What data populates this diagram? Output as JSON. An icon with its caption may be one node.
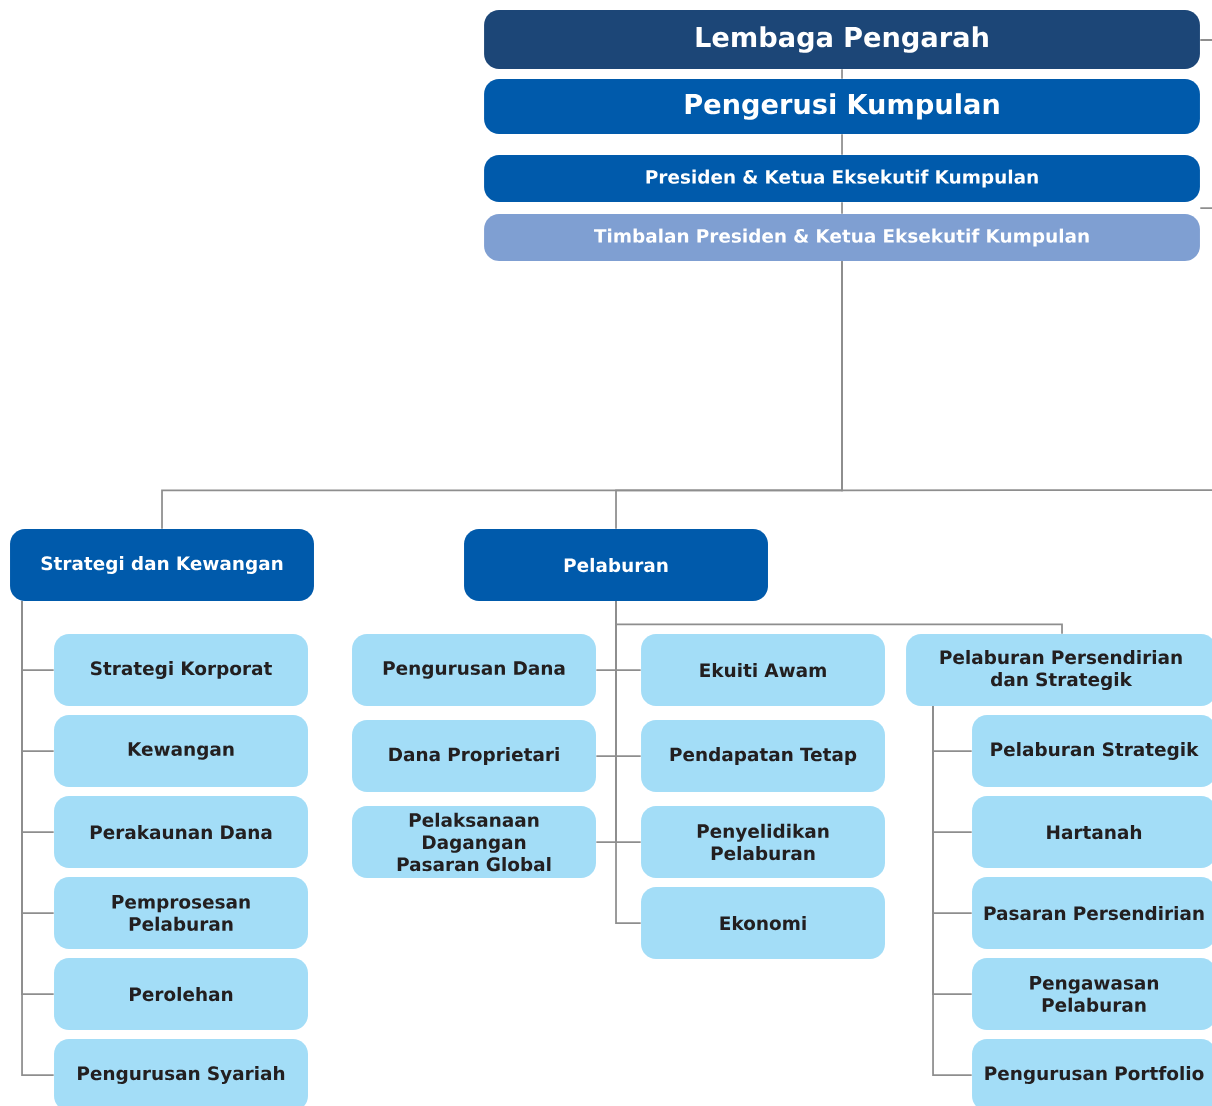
{
  "diagram": {
    "nodes": [
      {
        "text": [
          "Lembaga Pengarah"
        ]
      },
      {
        "text": [
          "Pengerusi Kumpulan"
        ]
      },
      {
        "text": [
          "Presiden & Ketua Eksekutif Kumpulan"
        ]
      },
      {
        "text": [
          "Timbalan Presiden & Ketua Eksekutif Kumpulan"
        ]
      },
      {
        "text": [
          "Strategi dan Kewangan"
        ]
      },
      {
        "text": [
          "Pelaburan"
        ]
      },
      {
        "text": [
          "Strategi Korporat"
        ]
      },
      {
        "text": [
          "Kewangan"
        ]
      },
      {
        "text": [
          "Perakaunan Dana"
        ]
      },
      {
        "text": [
          "Pemprosesan Pelaburan"
        ]
      },
      {
        "text": [
          "Perolehan"
        ]
      },
      {
        "text": [
          "Pengurusan Syariah"
        ]
      },
      {
        "text": [
          "Pengurusan Dana"
        ]
      },
      {
        "text": [
          "Dana Proprietari"
        ]
      },
      {
        "text": [
          "Pelaksanaan Dagangan Pasaran Global"
        ]
      },
      {
        "text": [
          "Ekuiti Awam"
        ]
      },
      {
        "text": [
          "Pendapatan Tetap"
        ]
      },
      {
        "text": [
          "Penyelidikan Pelaburan"
        ]
      },
      {
        "text": [
          "Ekonomi"
        ]
      },
      {
        "text": [
          "Pelaburan Persendirian dan Strategik"
        ]
      },
      {
        "text": [
          "Pelaburan Strategik"
        ]
      },
      {
        "text": [
          "Hartanah"
        ]
      },
      {
        "text": [
          "Pasaran Persendirian"
        ]
      },
      {
        "text": [
          "Pengawasan Pelaburan"
        ]
      },
      {
        "text": [
          "Pengurusan Portfolio"
        ]
      }
    ],
    "edges": [
      {
        "from": 0,
        "to": 1,
        "arrow": "none"
      },
      {
        "from": 1,
        "to": 2,
        "arrow": "none"
      },
      {
        "from": 2,
        "to": 3,
        "arrow": "none"
      },
      {
        "from": 0,
        "to": null,
        "arrow": "none"
      },
      {
        "from": 2,
        "to": null,
        "arrow": "none"
      },
      {
        "from": 3,
        "to": 4,
        "arrow": "none"
      },
      {
        "from": 3,
        "to": 5,
        "arrow": "none"
      },
      {
        "from": 3,
        "to": null,
        "arrow": "none"
      },
      {
        "from": 4,
        "to": 6,
        "arrow": "none"
      },
      {
        "from": 4,
        "to": 7,
        "arrow": "none"
      },
      {
        "from": 4,
        "to": 8,
        "arrow": "none"
      },
      {
        "from": 4,
        "to": 9,
        "arrow": "none"
      },
      {
        "from": 4,
        "to": 10,
        "arrow": "none"
      },
      {
        "from": 4,
        "to": 11,
        "arrow": "none"
      },
      {
        "from": 5,
        "to": 12,
        "arrow": "none"
      },
      {
        "from": 5,
        "to": 13,
        "arrow": "none"
      },
      {
        "from": 5,
        "to": 14,
        "arrow": "none"
      },
      {
        "from": 5,
        "to": 15,
        "arrow": "none"
      },
      {
        "from": 5,
        "to": 16,
        "arrow": "none"
      },
      {
        "from": 5,
        "to": 17,
        "arrow": "none"
      },
      {
        "from": 5,
        "to": 18,
        "arrow": "none"
      },
      {
        "from": 5,
        "to": 19,
        "arrow": "none"
      },
      {
        "from": 19,
        "to": 20,
        "arrow": "none"
      },
      {
        "from": 19,
        "to": 21,
        "arrow": "none"
      },
      {
        "from": 19,
        "to": 22,
        "arrow": "none"
      },
      {
        "from": 19,
        "to": 23,
        "arrow": "none"
      },
      {
        "from": 19,
        "to": 24,
        "arrow": "none"
      }
    ]
  }
}
